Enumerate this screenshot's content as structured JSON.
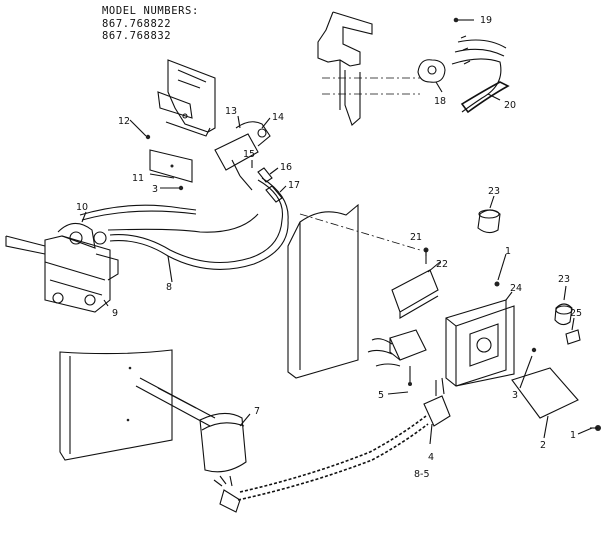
{
  "header": {
    "title": "MODEL NUMBERS:",
    "models": [
      "867.768822",
      "867.768832"
    ]
  },
  "callouts": [
    {
      "id": "c1a",
      "label": "1"
    },
    {
      "id": "c1b",
      "label": "1"
    },
    {
      "id": "c2",
      "label": "2"
    },
    {
      "id": "c3a",
      "label": "3"
    },
    {
      "id": "c3b",
      "label": "3"
    },
    {
      "id": "c4",
      "label": "4"
    },
    {
      "id": "c5",
      "label": "5"
    },
    {
      "id": "c7",
      "label": "7"
    },
    {
      "id": "c8",
      "label": "8"
    },
    {
      "id": "c85",
      "label": "8-5"
    },
    {
      "id": "c9",
      "label": "9"
    },
    {
      "id": "c10",
      "label": "10"
    },
    {
      "id": "c11",
      "label": "11"
    },
    {
      "id": "c12",
      "label": "12"
    },
    {
      "id": "c13",
      "label": "13"
    },
    {
      "id": "c14",
      "label": "14"
    },
    {
      "id": "c15",
      "label": "15"
    },
    {
      "id": "c16",
      "label": "16"
    },
    {
      "id": "c17",
      "label": "17"
    },
    {
      "id": "c18",
      "label": "18"
    },
    {
      "id": "c19",
      "label": "19"
    },
    {
      "id": "c20",
      "label": "20"
    },
    {
      "id": "c21",
      "label": "21"
    },
    {
      "id": "c22",
      "label": "22"
    },
    {
      "id": "c23a",
      "label": "23"
    },
    {
      "id": "c23b",
      "label": "23"
    },
    {
      "id": "c24",
      "label": "24"
    },
    {
      "id": "c25",
      "label": "25"
    }
  ]
}
